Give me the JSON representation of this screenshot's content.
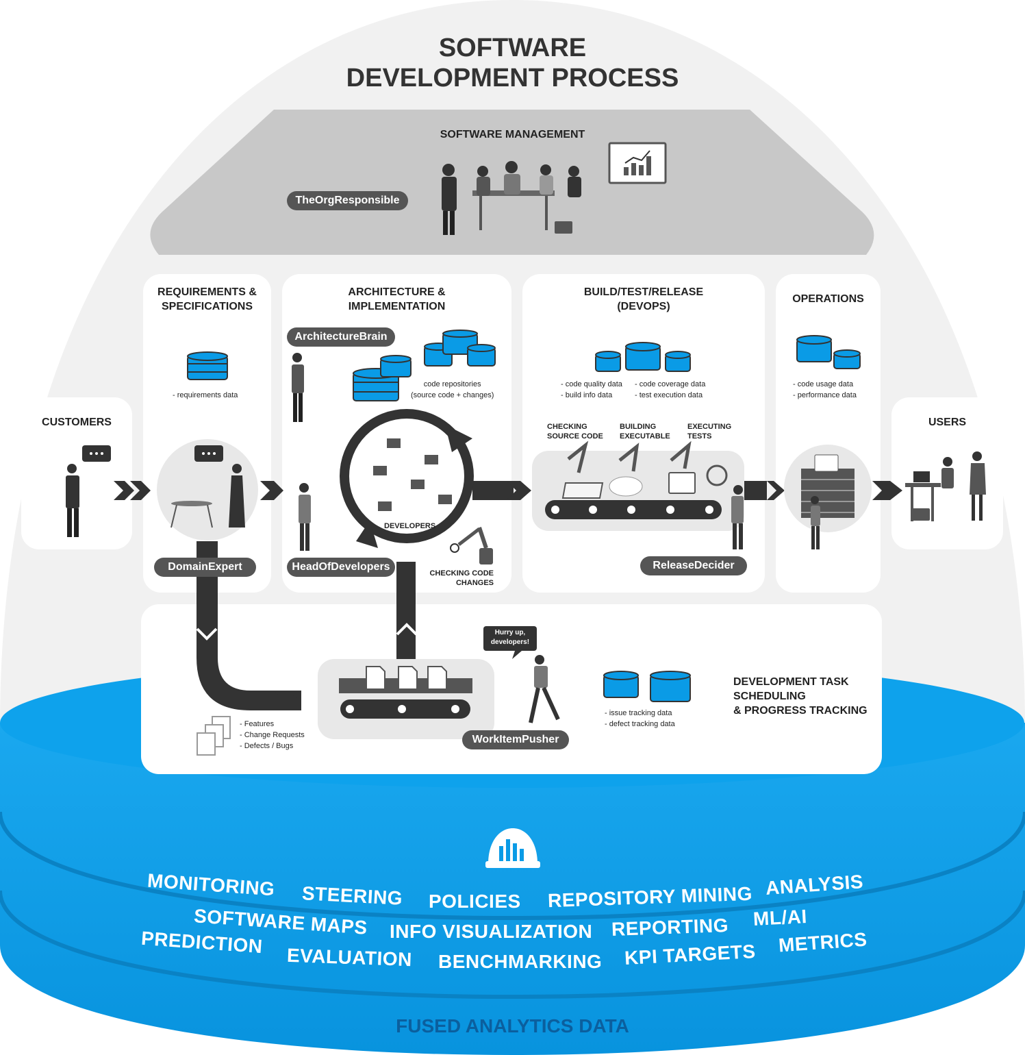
{
  "title": {
    "line1": "SOFTWARE",
    "line2": "DEVELOPMENT PROCESS"
  },
  "management": {
    "heading": "SOFTWARE MANAGEMENT",
    "role": "TheOrgResponsible"
  },
  "customers": {
    "heading": "CUSTOMERS"
  },
  "users": {
    "heading": "USERS"
  },
  "requirements": {
    "heading1": "REQUIREMENTS &",
    "heading2": "SPECIFICATIONS",
    "data": "- requirements data",
    "role": "DomainExpert"
  },
  "architecture": {
    "heading1": "ARCHITECTURE &",
    "heading2": "IMPLEMENTATION",
    "role1": "ArchitectureBrain",
    "role2": "HeadOfDevelopers",
    "repo_line1": "code repositories",
    "repo_line2": "(source code + changes)",
    "developers": "DEVELOPERS",
    "check_line1": "CHECKING CODE",
    "check_line2": "CHANGES"
  },
  "devops": {
    "heading1": "BUILD/TEST/RELEASE",
    "heading2": "(DEVOPS)",
    "data1": "- code quality data",
    "data2": "- build info data",
    "data3": "- code coverage data",
    "data4": "- test execution data",
    "step1a": "CHECKING",
    "step1b": "SOURCE CODE",
    "step2a": "BUILDING",
    "step2b": "EXECUTABLE",
    "step3a": "EXECUTING",
    "step3b": "TESTS",
    "role": "ReleaseDecider"
  },
  "operations": {
    "heading": "OPERATIONS",
    "data1": "- code usage data",
    "data2": "- performance data"
  },
  "tasks": {
    "heading1": "DEVELOPMENT TASK",
    "heading2": "SCHEDULING",
    "heading3": "& PROGRESS TRACKING",
    "items1": "- Features",
    "items2": "- Change Requests",
    "items3": "- Defects / Bugs",
    "bubble1": "Hurry up,",
    "bubble2": "developers!",
    "role": "WorkItemPusher",
    "data1": "- issue tracking data",
    "data2": "- defect tracking data"
  },
  "analytics": {
    "words": [
      "MONITORING",
      "STEERING",
      "POLICIES",
      "REPOSITORY MINING",
      "ANALYSIS",
      "SOFTWARE MAPS",
      "INFO VISUALIZATION",
      "REPORTING",
      "ML/AI",
      "PREDICTION",
      "EVALUATION",
      "BENCHMARKING",
      "KPI TARGETS",
      "METRICS"
    ],
    "footer": "FUSED ANALYTICS DATA"
  },
  "colors": {
    "blue": "#0a9be6",
    "dark": "#333333",
    "gray_panel": "#c8c8c8",
    "dome": "#f1f1f1"
  }
}
